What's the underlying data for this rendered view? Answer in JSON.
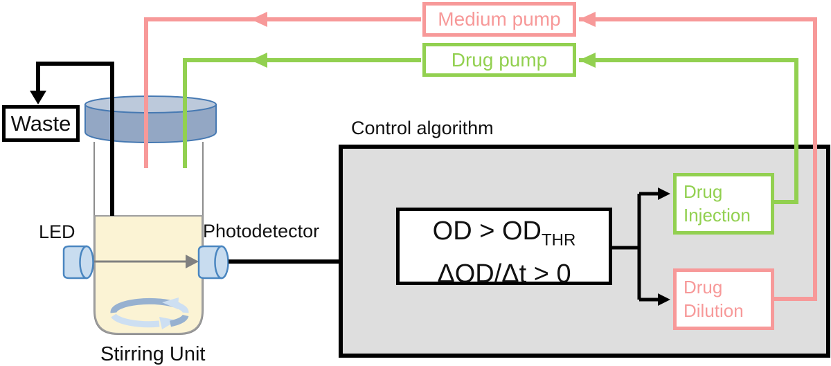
{
  "colors": {
    "medium_pink": "#F79999",
    "drug_green": "#92D050",
    "panel_gray": "#DEDEDE",
    "cap_blue": "#93A7C4",
    "cap_top_blue": "#BCC9DB",
    "sensor_blue": "#C8DCEF",
    "liquid_yellow": "#FBF3D4"
  },
  "pumps": {
    "medium_label": "Medium pump",
    "drug_label": "Drug pump"
  },
  "reactor": {
    "waste_label": "Waste",
    "led_label": "LED",
    "photodetector_label": "Photodetector",
    "stirring_label": "Stirring Unit"
  },
  "control": {
    "title": "Control algorithm",
    "condition": {
      "line1_main": "OD > OD",
      "line1_sub": "THR",
      "line2": "ΔOD/Δt > 0"
    },
    "outputs": {
      "injection_line1": "Drug",
      "injection_line2": "Injection",
      "dilution_line1": "Drug",
      "dilution_line2": "Dilution"
    }
  }
}
